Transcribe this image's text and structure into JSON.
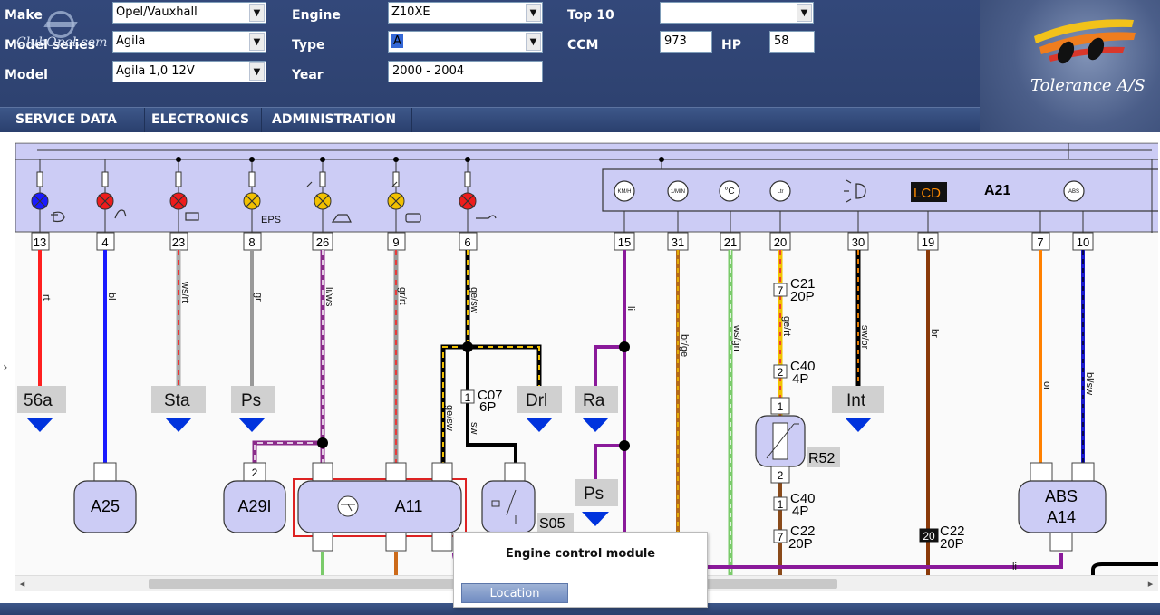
{
  "header": {
    "make_label": "Make",
    "make_value": "Opel/Vauxhall",
    "series_label": "Model series",
    "series_value": "Agila",
    "model_label": "Model",
    "model_value": "Agila 1,0 12V",
    "engine_label": "Engine",
    "engine_value": "Z10XE",
    "type_label": "Type",
    "type_value": "A",
    "year_label": "Year",
    "year_value": "2000 - 2004",
    "top10_label": "Top 10",
    "top10_value": "",
    "ccm_label": "CCM",
    "ccm_value": "973",
    "hp_label": "HP",
    "hp_value": "58",
    "brand_overlay": "ClubOpel.com",
    "logo_text": "Tolerance A/S"
  },
  "menu": {
    "items": [
      "SERVICE DATA",
      "ELECTRONICS",
      "ADMINISTRATION"
    ]
  },
  "diagram": {
    "cluster_label": "A21",
    "lcd_label": "LCD",
    "gauge_labels": [
      "KM/H",
      "1/MIN",
      "°C",
      "Ltr",
      "ABS"
    ],
    "lamp_extra_label": "EPS",
    "pins": [
      "13",
      "4",
      "23",
      "8",
      "26",
      "9",
      "6",
      "15",
      "31",
      "21",
      "20",
      "30",
      "19",
      "7",
      "10"
    ],
    "wire_colors": [
      "rt",
      "bl",
      "ws/rt",
      "gr",
      "li/ws",
      "gr/rt",
      "ge/sw",
      "li",
      "br/ge",
      "ws/gn",
      "ge/rt",
      "sw/or",
      "br",
      "or",
      "bl/sw",
      "ge/sw",
      "sw",
      "li"
    ],
    "signals": [
      "56a",
      "Sta",
      "Ps",
      "Drl",
      "Ra",
      "Int",
      "Ps"
    ],
    "components": [
      "A25",
      "A29I",
      "A11",
      "S05",
      "R52",
      "ABS",
      "A14"
    ],
    "connectors": [
      {
        "pin": "1",
        "name": "C07",
        "poles": "6P"
      },
      {
        "pin": "7",
        "name": "C21",
        "poles": "20P"
      },
      {
        "pin": "2",
        "name": "C40",
        "poles": "4P"
      },
      {
        "pin": "1",
        "name": "C40",
        "poles": "4P"
      },
      {
        "pin": "7",
        "name": "C22",
        "poles": "20P"
      },
      {
        "pin": "20",
        "name": "C22",
        "poles": "20P"
      }
    ],
    "comp_pins": [
      "2",
      "1",
      "2"
    ]
  },
  "popup": {
    "title": "Engine control module",
    "button": "Location"
  },
  "colors": {
    "header_bg": "#2e4270",
    "panel_fill": "#ccccf5",
    "signal_arrow": "#0033dd",
    "selection_box": "#dd2222"
  }
}
